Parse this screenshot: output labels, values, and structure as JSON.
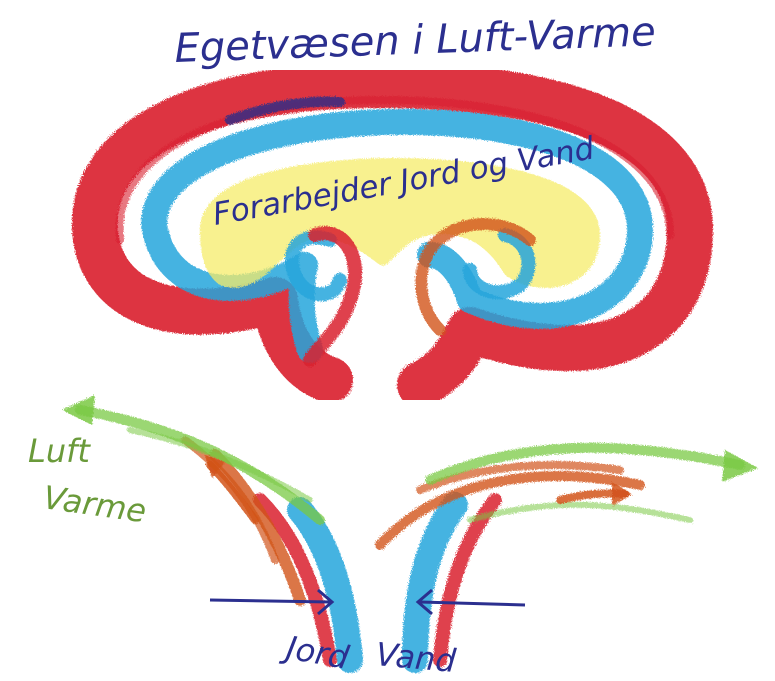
{
  "labels": {
    "title": "Egetvæsen i Luft-Varme",
    "inner": "Forarbejder Jord og Vand",
    "left_top": "Luft",
    "left_bottom": "Varme",
    "bottom_left": "Jord",
    "bottom_right": "Vand"
  },
  "colors": {
    "red": "#d9202e",
    "blue": "#26a6dc",
    "dark_blue": "#2b2f8a",
    "yellow": "#f6ec6a",
    "green": "#7ac943",
    "orange": "#d2541a",
    "ink_blue": "#2b2f8f",
    "ink_green": "#6a9a3a"
  }
}
